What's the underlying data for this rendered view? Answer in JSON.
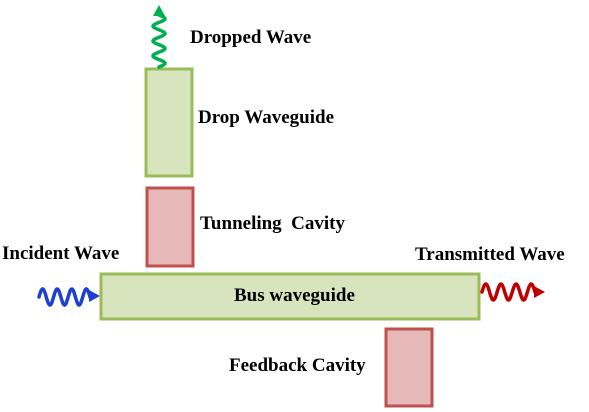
{
  "labels": {
    "dropped_wave": "Dropped Wave",
    "drop_waveguide": "Drop Waveguide",
    "tunneling_cavity": "Tunneling  Cavity",
    "incident_wave": "Incident Wave",
    "transmitted_wave": "Transmitted Wave",
    "bus_waveguide": "Bus waveguide",
    "feedback_cavity": "Feedback Cavity"
  },
  "colors": {
    "waveguide_fill": "#d7e4bd",
    "waveguide_stroke": "#9bbb59",
    "cavity_fill": "#e6b9b8",
    "cavity_stroke": "#c0504d",
    "incident_wave": "#1f3fd0",
    "transmitted_wave": "#c00000",
    "dropped_wave": "#00b050"
  },
  "icons": {
    "incident": "wavy-arrow-right-icon",
    "transmitted": "wavy-arrow-right-icon",
    "dropped": "wavy-arrow-up-icon"
  }
}
